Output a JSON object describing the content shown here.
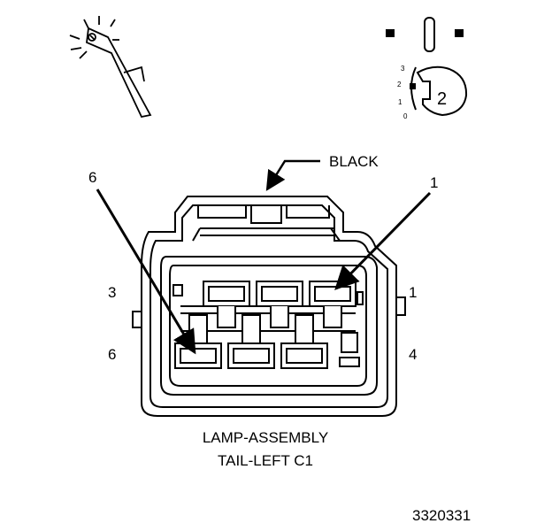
{
  "callouts": {
    "black": "BLACK",
    "pin_arrow_left": "6",
    "pin_arrow_right": "1"
  },
  "cavity_numbers": {
    "top_left": "3",
    "top_right": "1",
    "bottom_left": "6",
    "bottom_right": "4"
  },
  "inset": {
    "position_ticks": [
      "3",
      "2",
      "1",
      "0"
    ],
    "position_value": "2"
  },
  "caption": {
    "line1": "LAMP-ASSEMBLY",
    "line2": "TAIL-LEFT C1"
  },
  "figure_number": "3320331",
  "icons": {
    "probe": "test-probe-icon",
    "terminal": "terminal-orientation-icon",
    "lock": "connector-lock-icon"
  }
}
